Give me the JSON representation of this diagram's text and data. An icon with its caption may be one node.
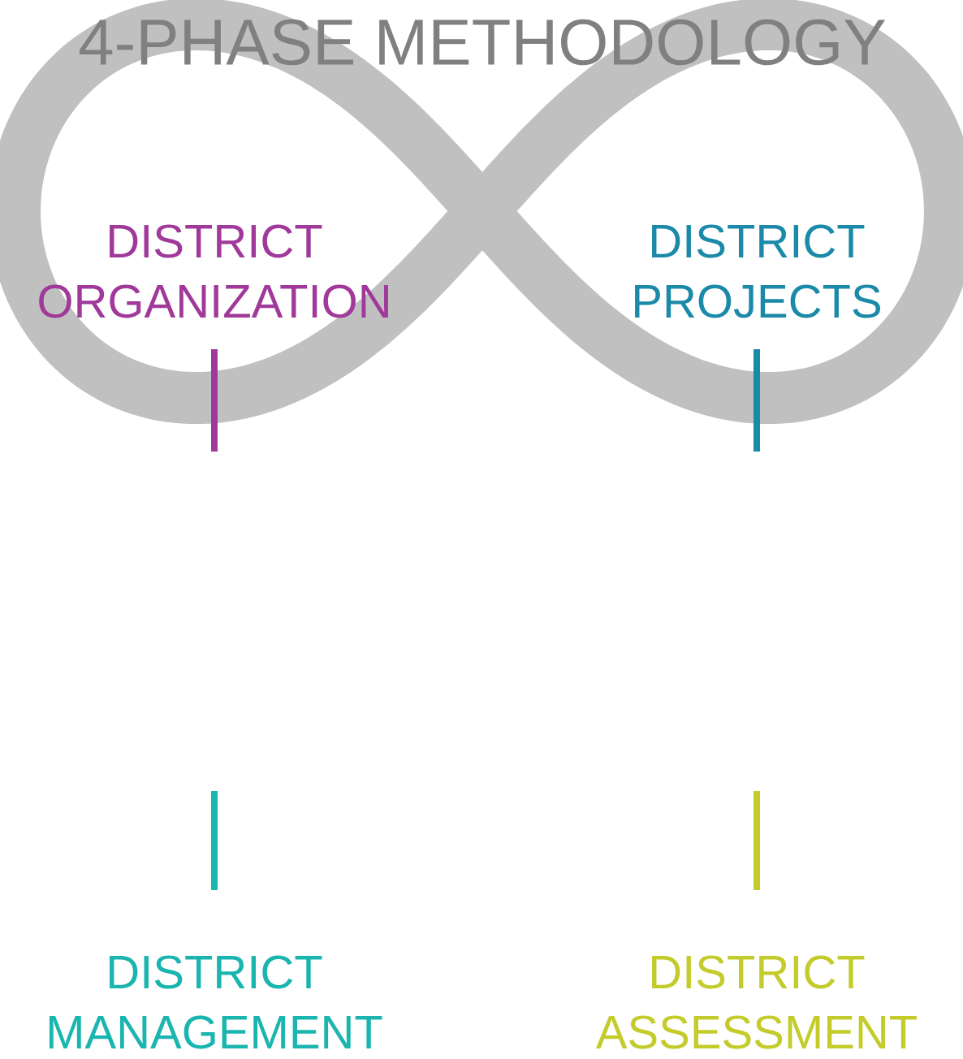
{
  "diagram": {
    "title": "4-PHASE METHODOLOGY",
    "labels": [
      "DISTRICT ORGANIZATION",
      "DISTRICT PROJECTS",
      "DISTRICT MANAGEMENT",
      "DISTRICT ASSESSMENT"
    ]
  }
}
